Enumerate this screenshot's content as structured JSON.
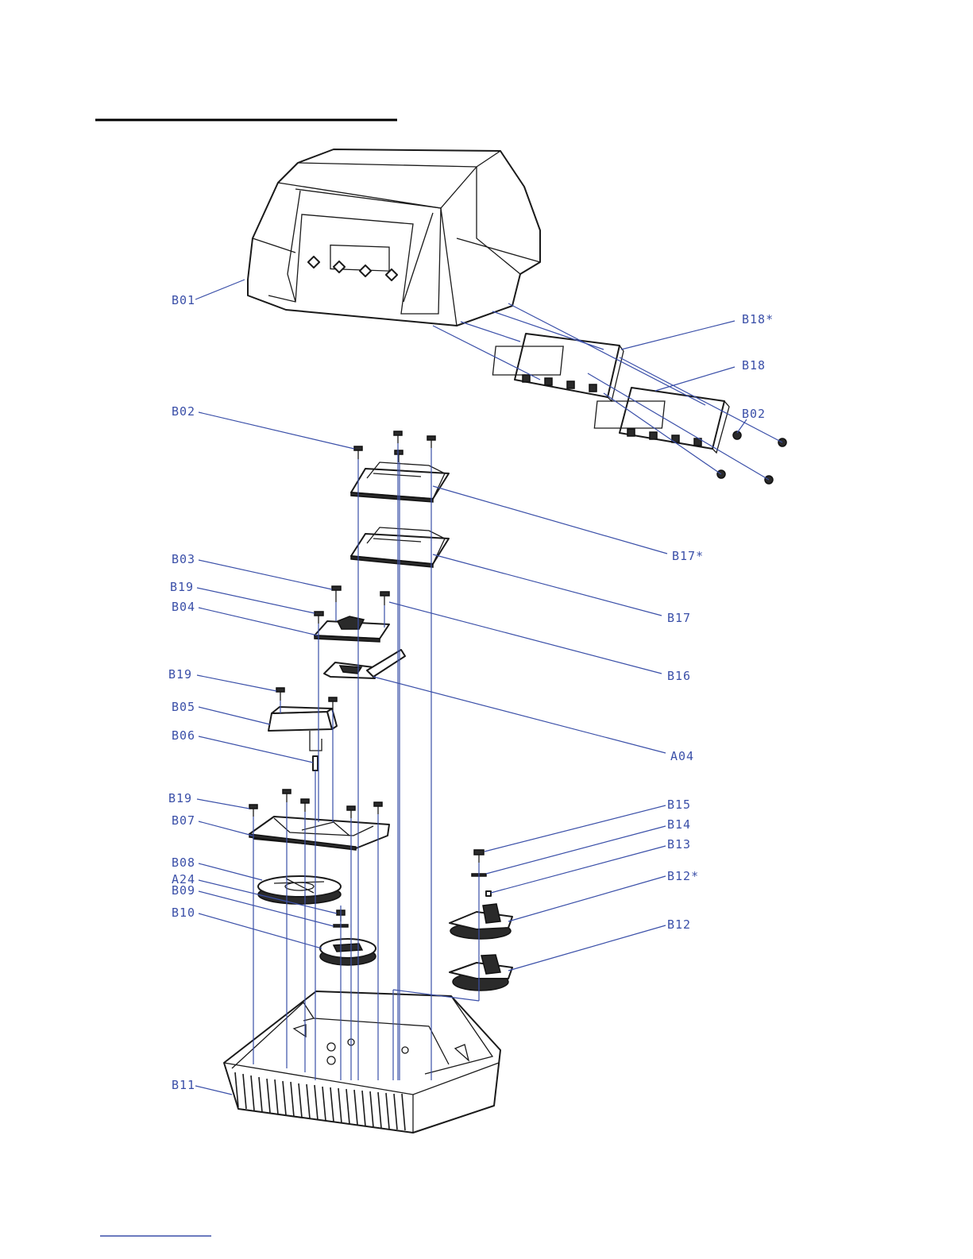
{
  "colors": {
    "label": "#3a4fa8",
    "line": "#1a1a1a",
    "background": "#ffffff"
  },
  "labels": {
    "B01": "B01",
    "B18s": "B18*",
    "B18": "B18",
    "B02a": "B02",
    "B02b": "B02",
    "B17s": "B17*",
    "B03": "B03",
    "B19a": "B19",
    "B04": "B04",
    "B17": "B17",
    "B16": "B16",
    "B19b": "B19",
    "B05": "B05",
    "B06": "B06",
    "A04": "A04",
    "B19c": "B19",
    "B15": "B15",
    "B07": "B07",
    "B14": "B14",
    "B13": "B13",
    "B08": "B08",
    "B12s": "B12*",
    "A24": "A24",
    "B09": "B09",
    "B10": "B10",
    "B12": "B12",
    "B11": "B11"
  }
}
